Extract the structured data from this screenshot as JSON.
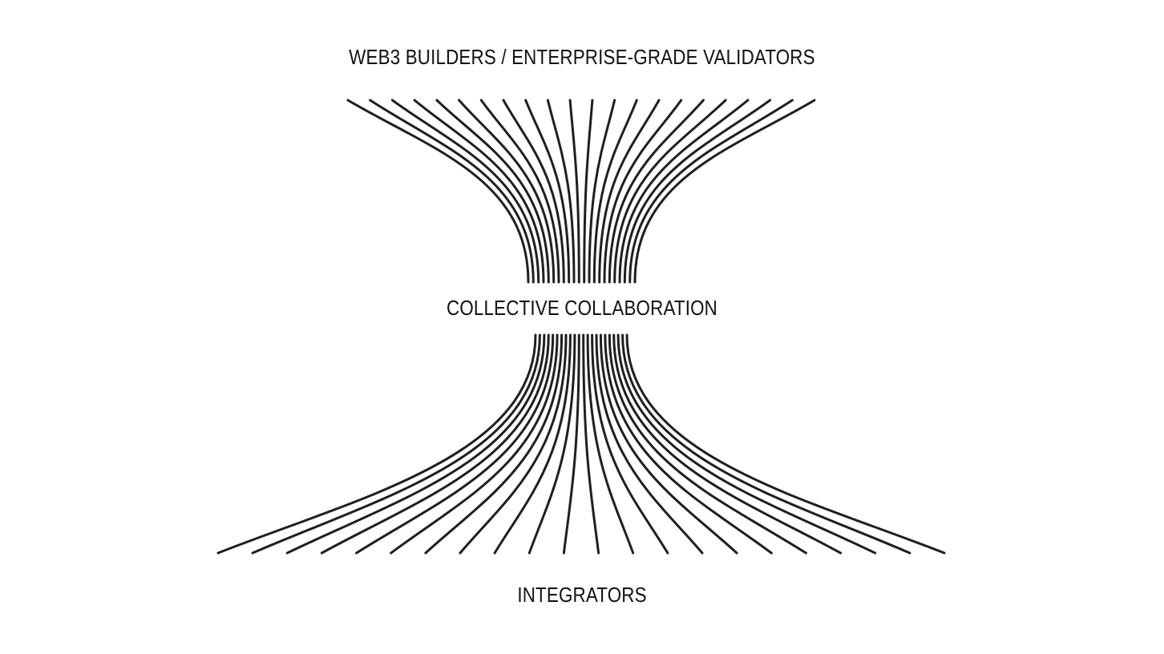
{
  "diagram": {
    "top_label": "WEB3 BUILDERS / ENTERPRISE-GRADE VALIDATORS",
    "middle_label": "COLLECTIVE COLLABORATION",
    "bottom_label": "INTEGRATORS",
    "top_line_count": 22,
    "bottom_line_count": 22,
    "line_color": "#1f1f1f"
  }
}
